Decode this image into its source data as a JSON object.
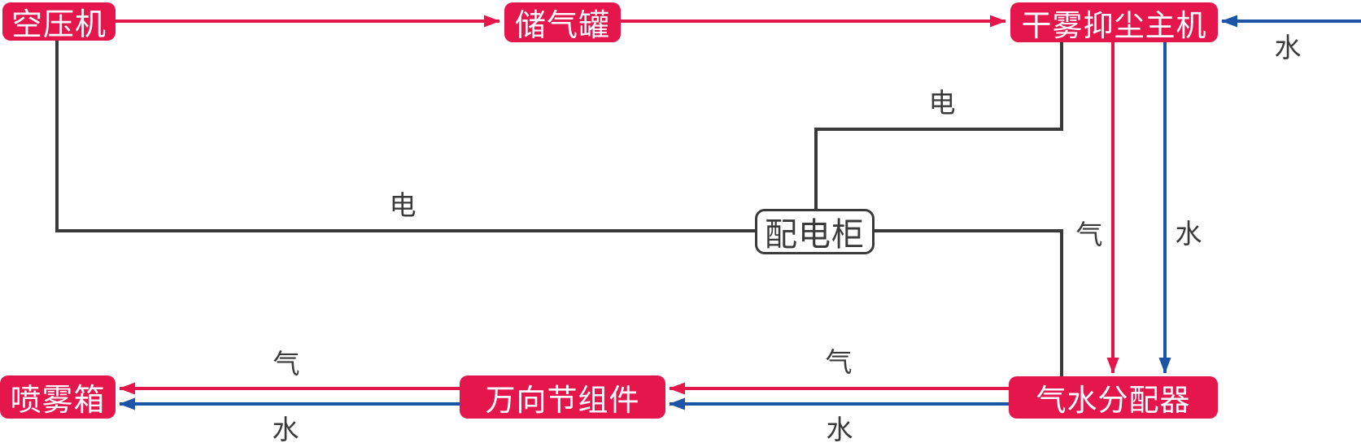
{
  "nodes": {
    "air_compressor": "空压机",
    "air_tank": "储气罐",
    "main_unit": "干雾抑尘主机",
    "power_cabinet": "配电柜",
    "gas_water_distributor": "气水分配器",
    "universal_joint": "万向节组件",
    "spray_box": "喷雾箱"
  },
  "labels": {
    "electric_left": "电",
    "electric_top": "电",
    "air_down": "气",
    "water_down": "水",
    "water_inlet": "水",
    "air_to_joint": "气",
    "water_to_joint": "水",
    "air_to_spray": "气",
    "water_to_spray": "水"
  },
  "colors": {
    "node_red": "#e4164b",
    "water_blue": "#1c55a5",
    "wire_dark": "#3a3a3a",
    "node_text": "#ffffff",
    "background": "#ffffff"
  }
}
